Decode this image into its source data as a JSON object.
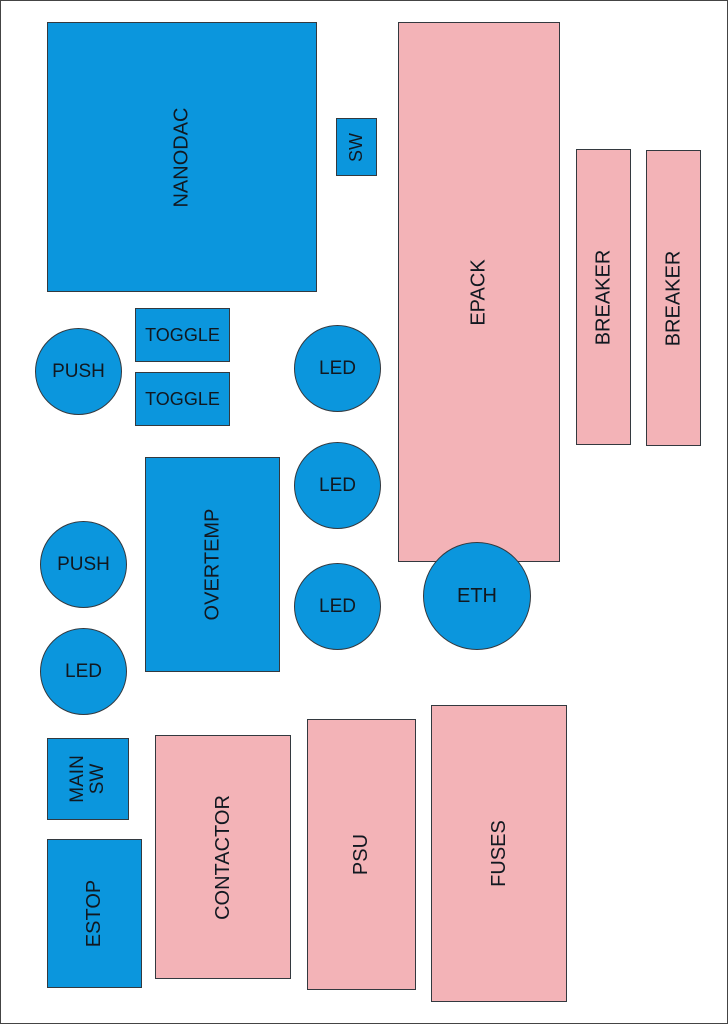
{
  "colors": {
    "controls": "#0b96dd",
    "power": "#f3b3b7",
    "outline": "#33393f",
    "text": "#111820",
    "background": "#ffffff"
  },
  "labels": {
    "nanodac": "NANODAC",
    "sw": "SW",
    "epack": "EPACK",
    "breaker_1": "BREAKER",
    "breaker_2": "BREAKER",
    "push_1": "PUSH",
    "toggle_1": "TOGGLE",
    "toggle_2": "TOGGLE",
    "led_1": "LED",
    "led_2": "LED",
    "overtemp": "OVERTEMP",
    "push_2": "PUSH",
    "led_3": "LED",
    "eth": "ETH",
    "led_4": "LED",
    "main_sw": "MAIN\nSW",
    "estop": "ESTOP",
    "contactor": "CONTACTOR",
    "psu": "PSU",
    "fuses": "FUSES"
  }
}
